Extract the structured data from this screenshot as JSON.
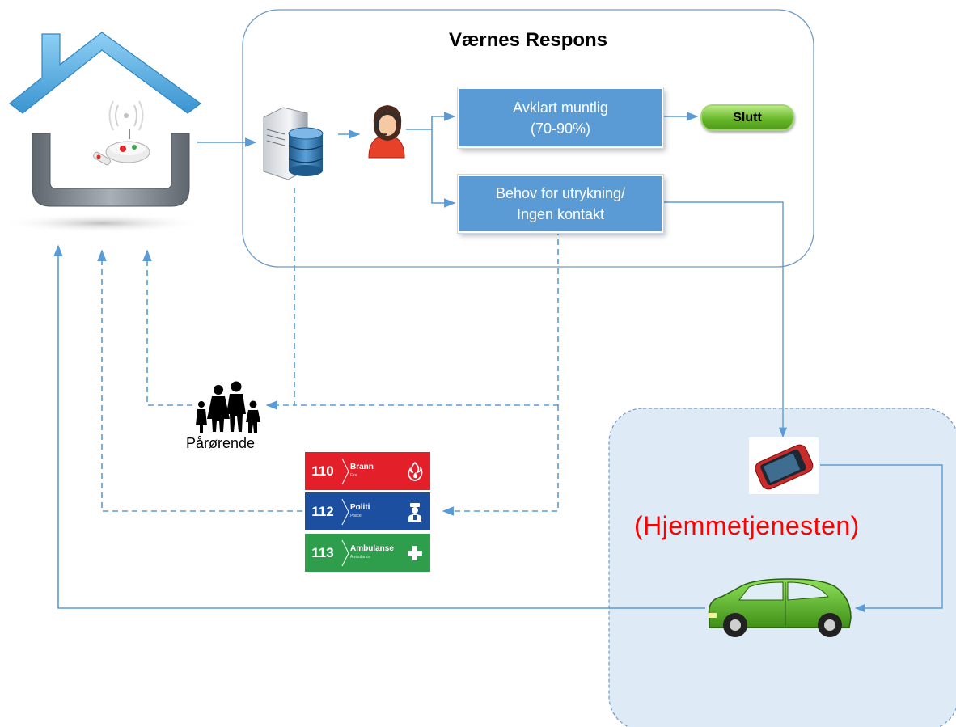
{
  "diagram": {
    "title": "Værnes Respons",
    "boxes": {
      "resolved_verbally": {
        "line1": "Avklart muntlig",
        "line2": "(70-90%)"
      },
      "needs_callout": {
        "line1": "Behov for utrykning/",
        "line2": "Ingen kontakt"
      }
    },
    "end_label": "Slutt",
    "relatives_label": "Pårørende",
    "home_service_label": "(Hjemmetjenesten)",
    "emergency_numbers": [
      {
        "number": "110",
        "name": "Brann",
        "sub": "Fire",
        "color": "#e3202a",
        "icon": "fire-icon"
      },
      {
        "number": "112",
        "name": "Politi",
        "sub": "Police",
        "color": "#1d4fa0",
        "icon": "police-icon"
      },
      {
        "number": "113",
        "name": "Ambulanse",
        "sub": "Ambulance",
        "color": "#2e9e4d",
        "icon": "cross-icon"
      }
    ]
  },
  "colors": {
    "accent_blue": "#5b9bd5",
    "region_border": "#6f9bc9",
    "home_service_bg": "#deeaf6",
    "home_service_text": "#ff0000",
    "end_pill": "#6ab82b",
    "car_body": "#5cbf2a",
    "house_roof": "#5aaee0",
    "house_wall": "#808890"
  }
}
